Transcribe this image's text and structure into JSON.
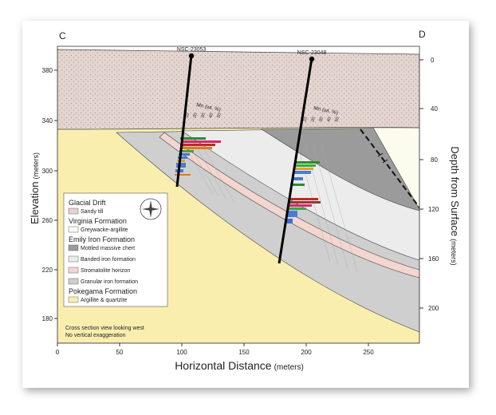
{
  "section": {
    "left_label": "C",
    "right_label": "D",
    "note_line1": "Cross section view looking west",
    "note_line2": "No vertical exaggeration"
  },
  "axes": {
    "xlabel_main": "Horizontal Distance",
    "xlabel_unit": "(meters)",
    "ylabel_main": "Elevation",
    "ylabel_unit": "(meters)",
    "y2label_main": "Depth from Surface",
    "y2label_unit": "(meters)",
    "x_ticks": [
      "0",
      "50",
      "100",
      "150",
      "200",
      "250"
    ],
    "y_ticks": [
      "380",
      "340",
      "300",
      "260",
      "220",
      "180"
    ],
    "depth_ticks": [
      "0",
      "40",
      "80",
      "120",
      "160",
      "200"
    ]
  },
  "drillholes": [
    {
      "id": "NSC-23053",
      "mn_label": "Mn (wt. %)",
      "mn_ticks": [
        "10",
        "20",
        "30",
        "40",
        "50"
      ]
    },
    {
      "id": "NSC-23048",
      "mn_label": "Mn (wt. %)",
      "mn_ticks": [
        "10",
        "20",
        "30",
        "40",
        "50"
      ]
    }
  ],
  "legend": {
    "groups": [
      {
        "title": "Glacial Drift",
        "items": [
          {
            "label": "Sandy till",
            "color": "#e3d4d0"
          }
        ]
      },
      {
        "title": "Virginia Formation",
        "items": [
          {
            "label": "Greywacke-argillite",
            "color": "#fbfbee"
          }
        ]
      },
      {
        "title": "Emily Iron Formation",
        "items": [
          {
            "label": "Mottled massive chert",
            "color": "#9b9b9b"
          },
          {
            "label": "Banded iron formation",
            "color": "#ececec"
          },
          {
            "label": "Stromatolite horizon",
            "color": "#f3d6d0"
          },
          {
            "label": "Granular iron formation",
            "color": "#cfcfcf"
          }
        ]
      },
      {
        "title": "Pokegama Formation",
        "items": [
          {
            "label": "Argillite & quartzite",
            "color": "#f9eeae"
          }
        ]
      }
    ],
    "icon": "compass-rose-icon"
  }
}
